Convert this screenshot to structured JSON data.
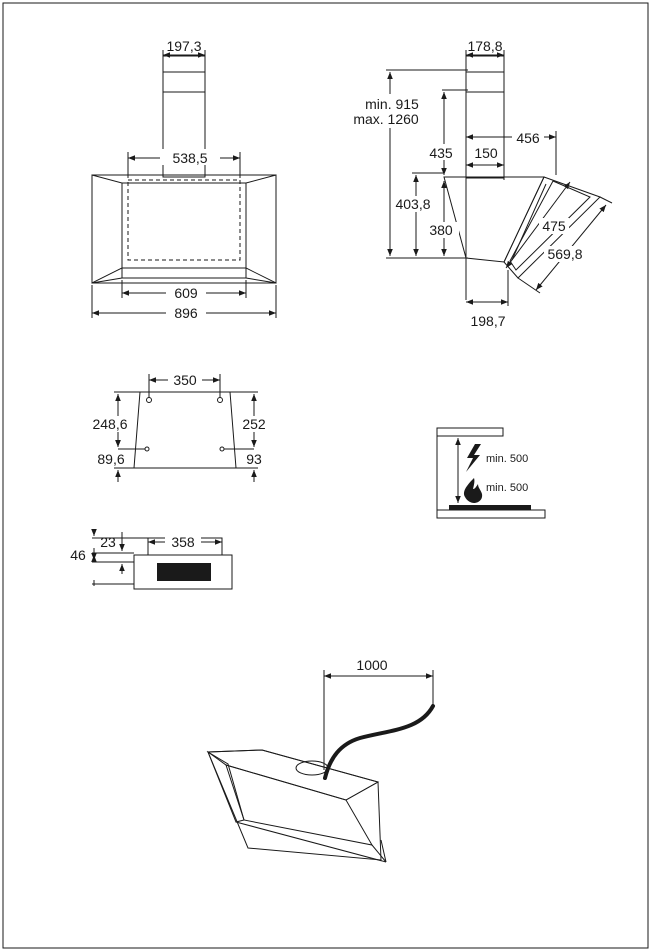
{
  "front_view": {
    "chimney_width": "197,3",
    "opening_width": "538,5",
    "grill_width": "609",
    "total_width": "896"
  },
  "side_view": {
    "chimney_depth": "178,8",
    "min_height": "min. 915",
    "max_height": "max. 1260",
    "height_435": "435",
    "depth_456": "456",
    "depth_150": "150",
    "height_403": "403,8",
    "height_380": "380",
    "panel_475": "475",
    "panel_569": "569,8",
    "bottom_depth": "198,7"
  },
  "bracket_view": {
    "hole_spacing": "350",
    "left_height": "248,6",
    "left_bottom": "89,6",
    "right_height": "252",
    "right_bottom": "93"
  },
  "top_view": {
    "depth_23": "23",
    "depth_46": "46",
    "width_358": "358"
  },
  "clearance": {
    "electric_min": "min. 500",
    "gas_min": "min. 500",
    "electric_icon": "lightning-icon",
    "gas_icon": "flame-icon"
  },
  "cable": {
    "length": "1000"
  }
}
